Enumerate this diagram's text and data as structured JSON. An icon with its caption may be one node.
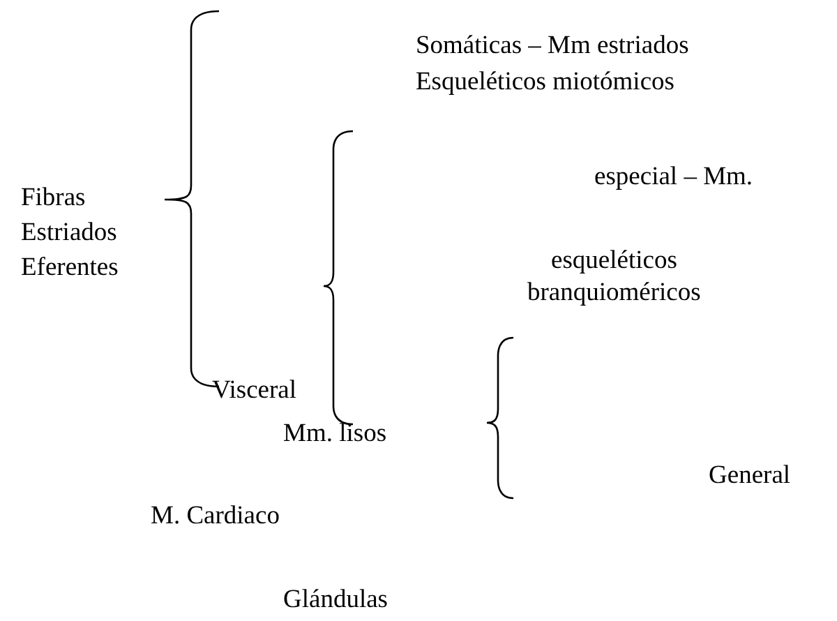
{
  "diagram": {
    "labels": [
      "Somáticas – Mm estriados",
      "Esqueléticos miotómicos",
      "Fibras",
      "especial – Mm.",
      "Estriados",
      "Eferentes",
      "esqueléticos",
      "branquioméricos",
      "Visceral",
      "Mm. lisos",
      "General",
      "M. Cardiaco",
      "Glándulas"
    ]
  }
}
